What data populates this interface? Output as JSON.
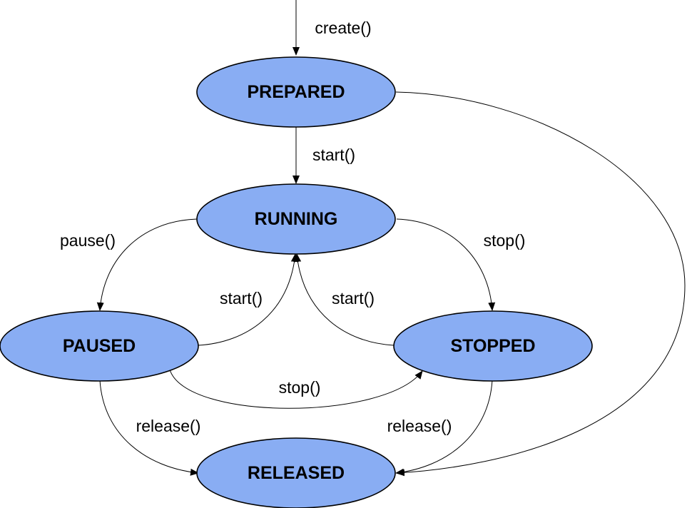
{
  "colors": {
    "state_fill": "#89adf3",
    "stroke": "#000000",
    "background": "#ffffff"
  },
  "states": {
    "prepared": "PREPARED",
    "running": "RUNNING",
    "paused": "PAUSED",
    "stopped": "STOPPED",
    "released": "RELEASED"
  },
  "transitions": {
    "create": "create()",
    "prepared_start": "start()",
    "pause": "pause()",
    "running_stop": "stop()",
    "paused_start": "start()",
    "stopped_start": "start()",
    "paused_stop": "stop()",
    "paused_release": "release()",
    "stopped_release": "release()"
  }
}
